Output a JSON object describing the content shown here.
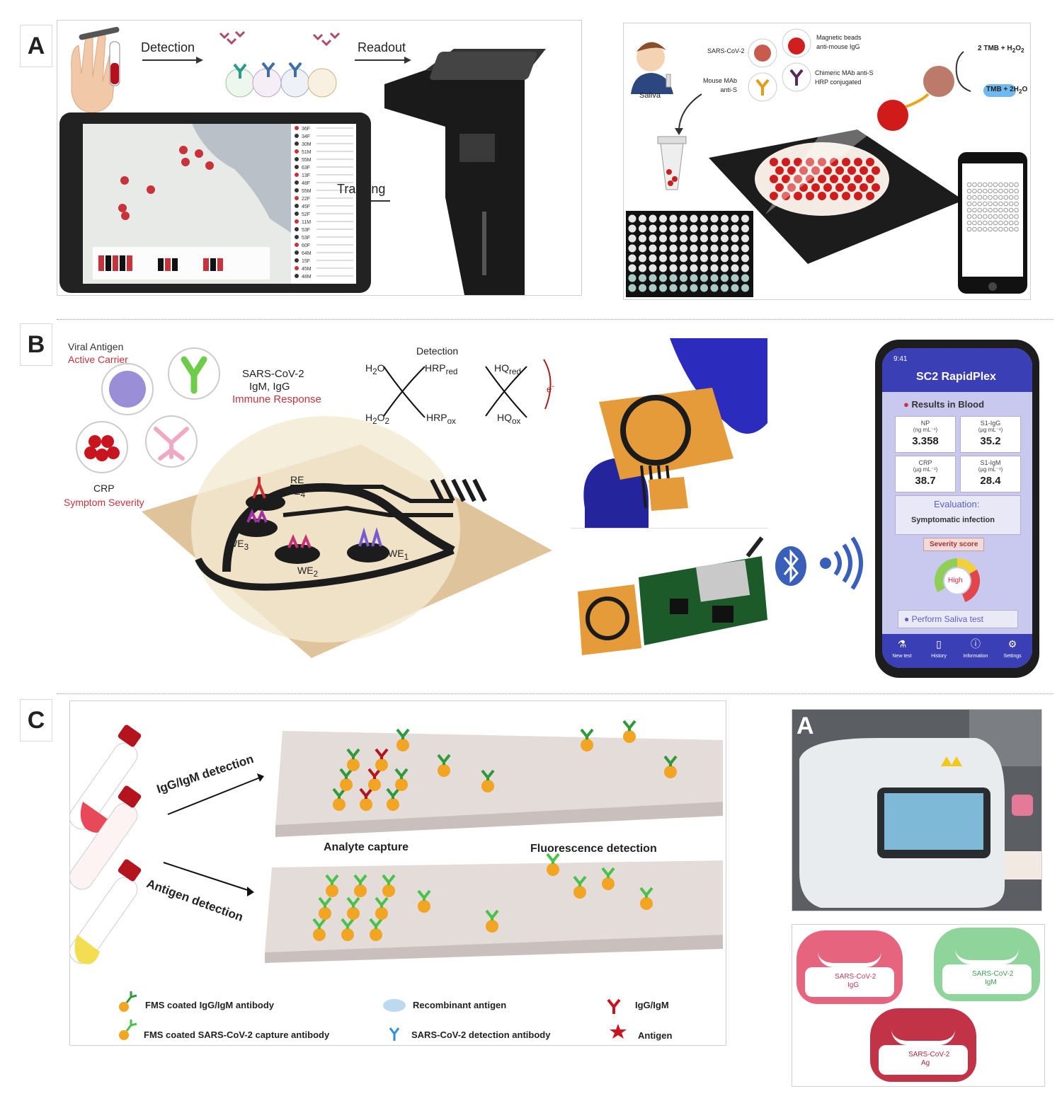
{
  "panels": {
    "a": {
      "letter": "A",
      "left": {
        "steps": [
          "Detection",
          "Readout",
          "Tracking"
        ],
        "tablet_rows": [
          "36F",
          "34F",
          "30M",
          "51M",
          "55M",
          "63F",
          "13F",
          "48F",
          "55M",
          "22F",
          "45F",
          "52F",
          "11M",
          "53F",
          "53F",
          "60F",
          "64M",
          "15F",
          "45M",
          "48M"
        ]
      },
      "right": {
        "saliva": "Saliva",
        "sars": "SARS-CoV-2",
        "beads": "Magnetic beads",
        "beads2": "anti-mouse IgG",
        "mouse": "Mouse MAb",
        "mouse2": "anti-S",
        "chimeric": "Chimeric MAb anti-S",
        "chimeric2": "HRP conjugated",
        "tmb1": "2 TMB + H",
        "tmb1_sub": "2",
        "tmb1_end": "O",
        "tmb1_sub2": "2",
        "tmb2": "TMB",
        "tmb2_end": "+ 2H",
        "tmb2_sub": "2",
        "tmb2_o": "O"
      }
    },
    "b": {
      "letter": "B",
      "viral": "Viral Antigen",
      "active": "Active Carrier",
      "sars": "SARS-CoV-2",
      "igm": "IgM, IgG",
      "immune": "Immune Response",
      "crp": "CRP",
      "severity": "Symptom Severity",
      "detection": "Detection",
      "electrodes": [
        "RE",
        "WE",
        "WE",
        "WE",
        "WE"
      ],
      "electrode_subs": [
        "",
        "4",
        "3",
        "2",
        "1"
      ],
      "chem": {
        "h2o": "H",
        "h2o_sub": "2",
        "h2o_o": "O",
        "h2o2": "H",
        "h2o2_sub1": "2",
        "h2o2_o": "O",
        "h2o2_sub2": "2",
        "hrp": "HRP",
        "red": "red",
        "ox": "ox",
        "hq": "HQ",
        "e": "e",
        "e_sup": "-"
      },
      "app": {
        "time": "9:41",
        "title": "SC2 RapidPlex",
        "results": "Results in Blood",
        "cards": [
          {
            "name": "NP",
            "unit": "(ng mL⁻¹)",
            "value": "3.358"
          },
          {
            "name": "S1-IgG",
            "unit": "(µg mL⁻¹)",
            "value": "35.2"
          },
          {
            "name": "CRP",
            "unit": "(µg mL⁻¹)",
            "value": "38.7"
          },
          {
            "name": "S1-IgM",
            "unit": "(µg mL⁻¹)",
            "value": "28.4"
          }
        ],
        "evaluation": "Evaluation:",
        "evaluation_value": "Symptomatic infection",
        "severity": "Severity score",
        "gauge": "High",
        "saliva": "Perform Saliva test",
        "nav": [
          "New test",
          "History",
          "Information",
          "Settings"
        ]
      }
    },
    "c": {
      "letter": "C",
      "igg_arrow": "IgG/IgM detection",
      "antigen_arrow": "Antigen detection",
      "capture": "Analyte capture",
      "fluorescence": "Fluorescence detection",
      "legend": [
        "FMS coated IgG/IgM antibody",
        "FMS coated SARS-CoV-2 capture antibody",
        "Recombinant antigen",
        "SARS-CoV-2 detection antibody",
        "IgG/IgM",
        "Antigen"
      ],
      "photo_letter": "A",
      "cartridges": [
        {
          "line1": "SARS-CoV-2",
          "line2": "IgG",
          "color": "#e6647e",
          "text": "#c23a57"
        },
        {
          "line1": "SARS-CoV-2",
          "line2": "IgM",
          "color": "#8fd49a",
          "text": "#3e9e52"
        },
        {
          "line1": "SARS-CoV-2",
          "line2": "Ag",
          "color": "#c23348",
          "text": "#b0263b"
        }
      ]
    }
  },
  "colors": {
    "red_accent": "#c8323a",
    "app_purple": "#3b3fb5",
    "orange_bead": "#f2a423",
    "green_ab": "#2f9a3b",
    "blue_ab": "#2d8fe0"
  }
}
